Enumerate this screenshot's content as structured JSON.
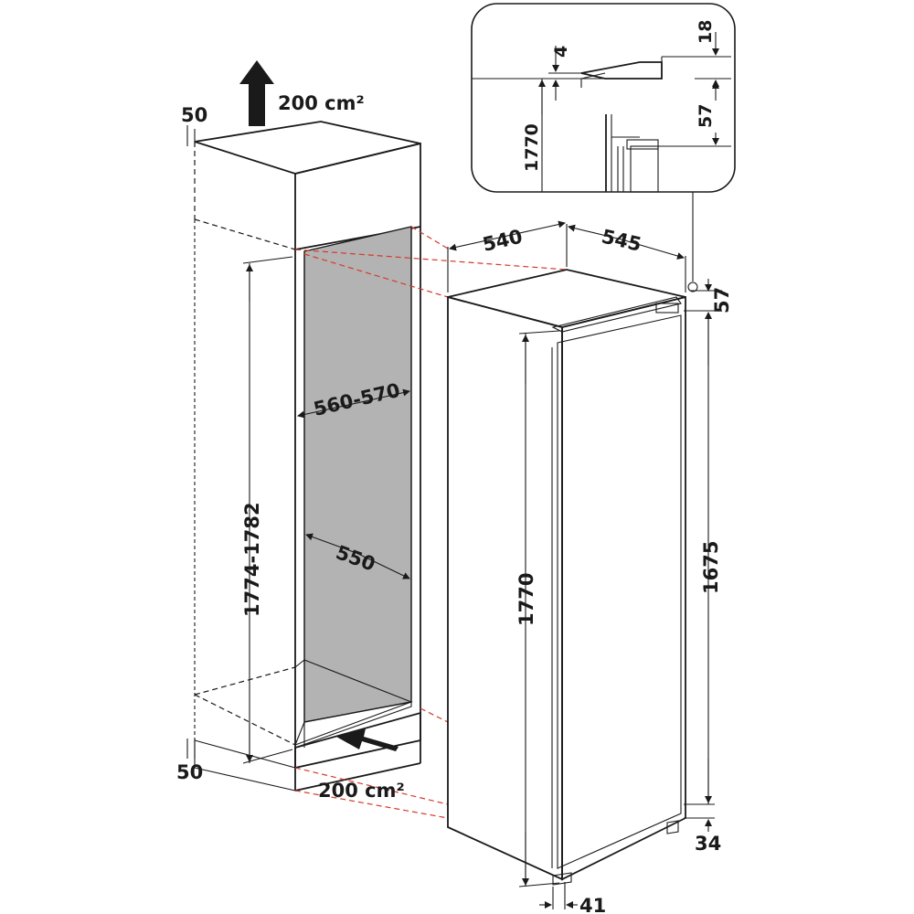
{
  "diagram": {
    "labels": {
      "top_vent_area": "200 cm²",
      "bottom_vent_area": "200 cm²",
      "top_gap": "50",
      "bottom_gap": "50",
      "niche_height": "1774-1782",
      "niche_width": "560-570",
      "niche_depth": "550",
      "appliance_width": "540",
      "appliance_depth": "545",
      "appliance_height": "1770",
      "appliance_top_offset": "57",
      "door_height": "1675",
      "door_bottom_offset": "34",
      "plinth_offset": "41",
      "detail_height": "1770",
      "detail_gap": "4",
      "detail_top": "18",
      "detail_side": "57"
    }
  }
}
